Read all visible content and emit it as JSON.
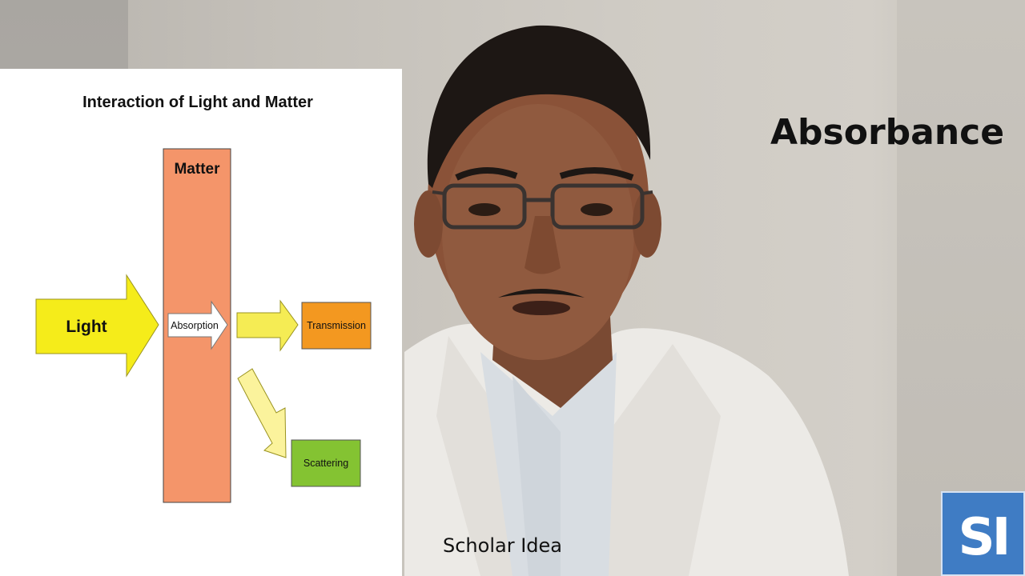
{
  "slide": {
    "title": "Interaction of Light and Matter",
    "matter_label": "Matter",
    "light_label": "Light",
    "absorption_label": "Absorption",
    "transmission_label": "Transmission",
    "scattering_label": "Scattering"
  },
  "overlay": {
    "headline": "Absorbance",
    "watermark": "Scholar Idea",
    "logo_text": "SI"
  },
  "colors": {
    "matter": "#f4956a",
    "light_arrow": "#f5ec1a",
    "transmission": "#f39820",
    "scattering": "#84c332",
    "scatter_arrow": "#fbf39c",
    "logo_bg": "#3f7cc4"
  }
}
